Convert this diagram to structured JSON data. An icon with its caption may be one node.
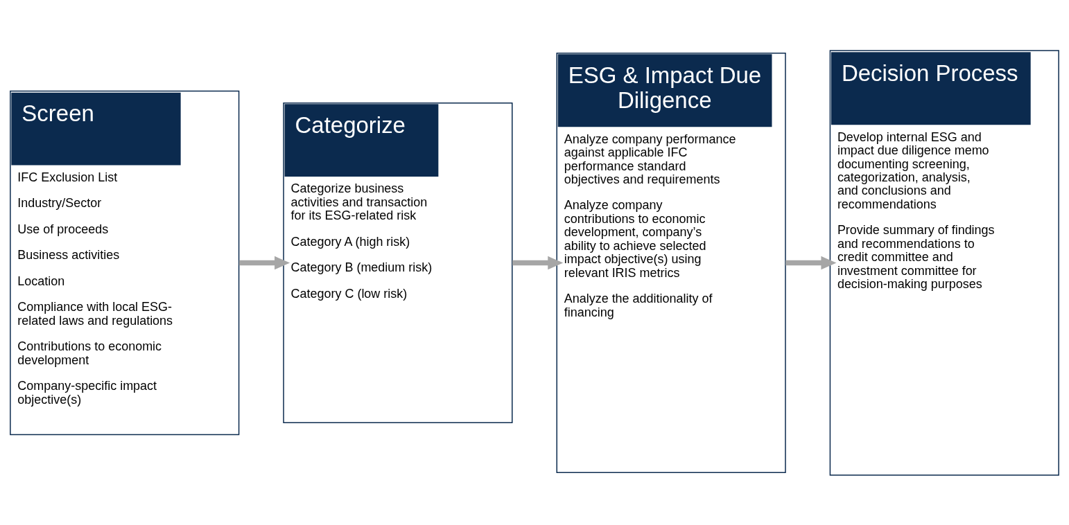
{
  "diagram": {
    "nodes": [
      {
        "text": [
          "Screen",
          "IFC Exclusion List",
          "Industry/Sector",
          "Use of proceeds",
          "Business activities",
          "Location",
          "Compliance with local ESG-related laws and regulations",
          "Contributions to economic development",
          "Company-specific impact objective(s)"
        ]
      },
      {
        "text": [
          "Categorize",
          "Categorize business activities and transaction for its ESG-related risk",
          "Category A (high risk)",
          "Category B (medium risk)",
          "Category C (low risk)"
        ]
      },
      {
        "text": [
          "ESG & Impact Due Diligence",
          "Analyze company performance against applicable IFC performance standard objectives and requirements",
          "Analyze company contributions to economic development, company’s ability to achieve selected impact objective(s) using relevant IRIS metrics",
          "Analyze the additionality of financing"
        ]
      },
      {
        "text": [
          "Decision Process",
          "Develop internal ESG and impact due diligence memo documenting screening, categorization, analysis, and conclusions and recommendations",
          "Provide summary of findings and recommendations to credit committee and investment committee for decision-making purposes"
        ]
      }
    ],
    "edges": [
      {
        "from": 0,
        "to": 1,
        "arrow": "to"
      },
      {
        "from": 1,
        "to": 2,
        "arrow": "to"
      },
      {
        "from": 2,
        "to": 3,
        "arrow": "to"
      }
    ]
  }
}
